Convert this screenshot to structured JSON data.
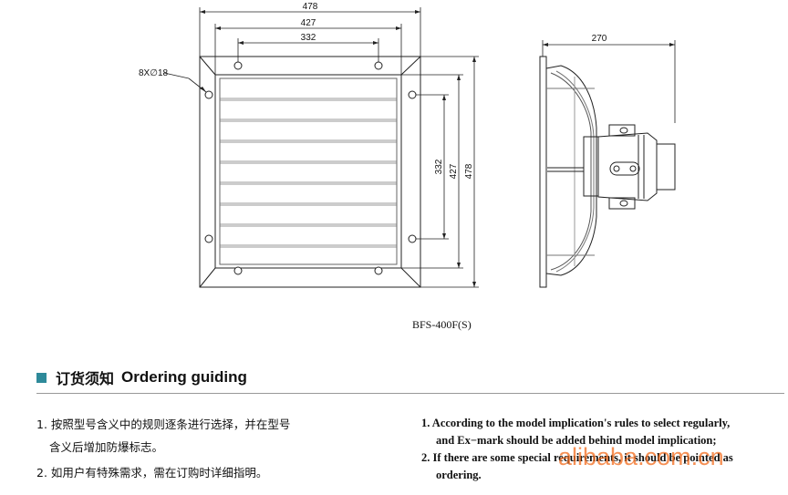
{
  "drawing": {
    "dims": {
      "width_outer": "478",
      "width_mid": "427",
      "width_inner": "332",
      "holes": "8X∅18",
      "height_inner": "332",
      "height_mid": "427",
      "height_outer": "478",
      "depth": "270"
    },
    "model": "BFS-400F(S)"
  },
  "section": {
    "title_cn": "订货须知",
    "title_en": "Ordering guiding"
  },
  "notes_cn": [
    "1. 按照型号含义中的规则逐条进行选择，并在型号",
    "含义后增加防爆标志。",
    "2. 如用户有特殊需求，需在订购时详细指明。"
  ],
  "notes_en": [
    "1. According to the model implication's rules to select regularly,",
    "and Ex−mark should be added behind model implication;",
    "2. If there are some special requirements, it should be pointed as",
    "ordering."
  ],
  "watermark": "alibaba.com.cn",
  "colors": {
    "accent": "#2e8a9a",
    "watermark": "#f26b1d"
  }
}
